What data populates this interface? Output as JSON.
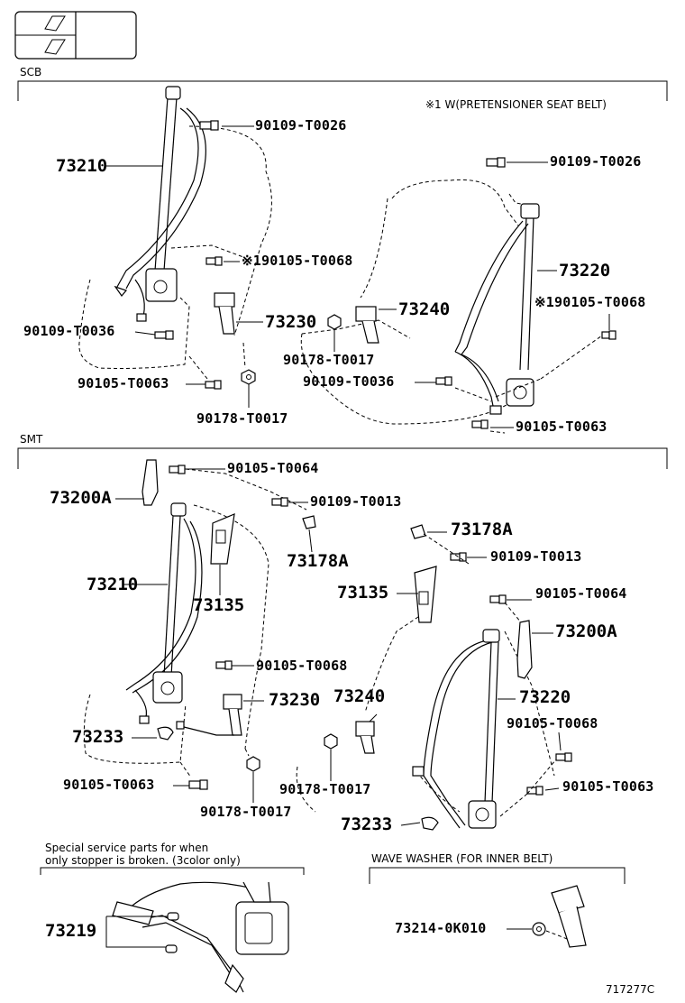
{
  "sections": {
    "scb": "SCB",
    "smt": "SMT",
    "special_note_line1": "Special service parts for when",
    "special_note_line2": "only stopper is broken. (3color only)",
    "wave_washer": "WAVE WASHER (FOR INNER BELT)"
  },
  "footnote": "※1 W(PRETENSIONER SEAT BELT)",
  "figure_id": "717277C",
  "parts": {
    "p1": "90109-T0026",
    "p2": "73210",
    "p3": "※190105-T0068",
    "p4": "90109-T0036",
    "p5": "73230",
    "p6": "90105-T0063",
    "p7": "90178-T0017",
    "p8": "90109-T0026",
    "p9": "73220",
    "p10": "※190105-T0068",
    "p11": "73240",
    "p12": "90178-T0017",
    "p13": "90109-T0036",
    "p14": "90105-T0063",
    "s1": "90105-T0064",
    "s2": "73200A",
    "s3": "90109-T0013",
    "s4": "73210",
    "s5": "73178A",
    "s6": "73135",
    "s7": "90105-T0068",
    "s8": "73230",
    "s9": "73233",
    "s10": "90105-T0063",
    "s11": "90178-T0017",
    "s12": "73178A",
    "s13": "90109-T0013",
    "s14": "73135",
    "s15": "90105-T0064",
    "s16": "73200A",
    "s17": "73240",
    "s18": "73220",
    "s19": "90105-T0068",
    "s20": "90178-T0017",
    "s21": "90105-T0063",
    "s22": "73233",
    "s23": "73219",
    "s24": "73214-0K010"
  }
}
